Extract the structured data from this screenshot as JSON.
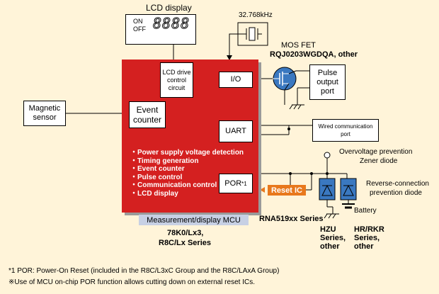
{
  "lcd": {
    "title": "LCD display",
    "on": "ON",
    "off": "OFF",
    "digits": "8888",
    "drive_circuit": "LCD drive control circuit"
  },
  "crystal": {
    "freq": "32.768kHz"
  },
  "mosfet": {
    "title": "MOS FET",
    "part": "RQJ0203WGDQA, other"
  },
  "blocks": {
    "io": "I/O",
    "pulse_port": "Pulse output port",
    "magnetic_sensor": "Magnetic sensor",
    "event_counter": "Event counter",
    "uart": "UART",
    "wired_port": "Wired communication port",
    "por": "POR",
    "por_sup": "*1",
    "reset_ic": "Reset IC"
  },
  "features": [
    "Power supply voltage detection",
    "Timing generation",
    "Event counter",
    "Pulse control",
    "Communication control",
    "LCD display"
  ],
  "mcu": {
    "name": "Measurement/display MCU",
    "series_line1": "78K0/Lx3,",
    "series_line2": "R8C/Lx Series"
  },
  "reset_series": "RNA519xx Series",
  "diodes": {
    "overvoltage": "Overvoltage prevention",
    "zener": "Zener diode",
    "reverse1": "Reverse-connection",
    "reverse2": "prevention diode",
    "battery": "Battery",
    "hzu_1": "HZU",
    "hzu_2": "Series,",
    "hzu_3": "other",
    "hr_1": "HR/RKR",
    "hr_2": "Series,",
    "hr_3": "other"
  },
  "notes": {
    "note1": "*1 POR: Power-On Reset (included in the R8C/L3xC Group and the R8C/LAxA Group)",
    "note2": "※Use of MCU on-chip POR function allows cutting down on external reset ICs."
  },
  "colors": {
    "background": "#fff4d9",
    "mcu_red": "#d42020",
    "reset_orange": "#e8781c",
    "diode_blue": "#3a78c0"
  }
}
